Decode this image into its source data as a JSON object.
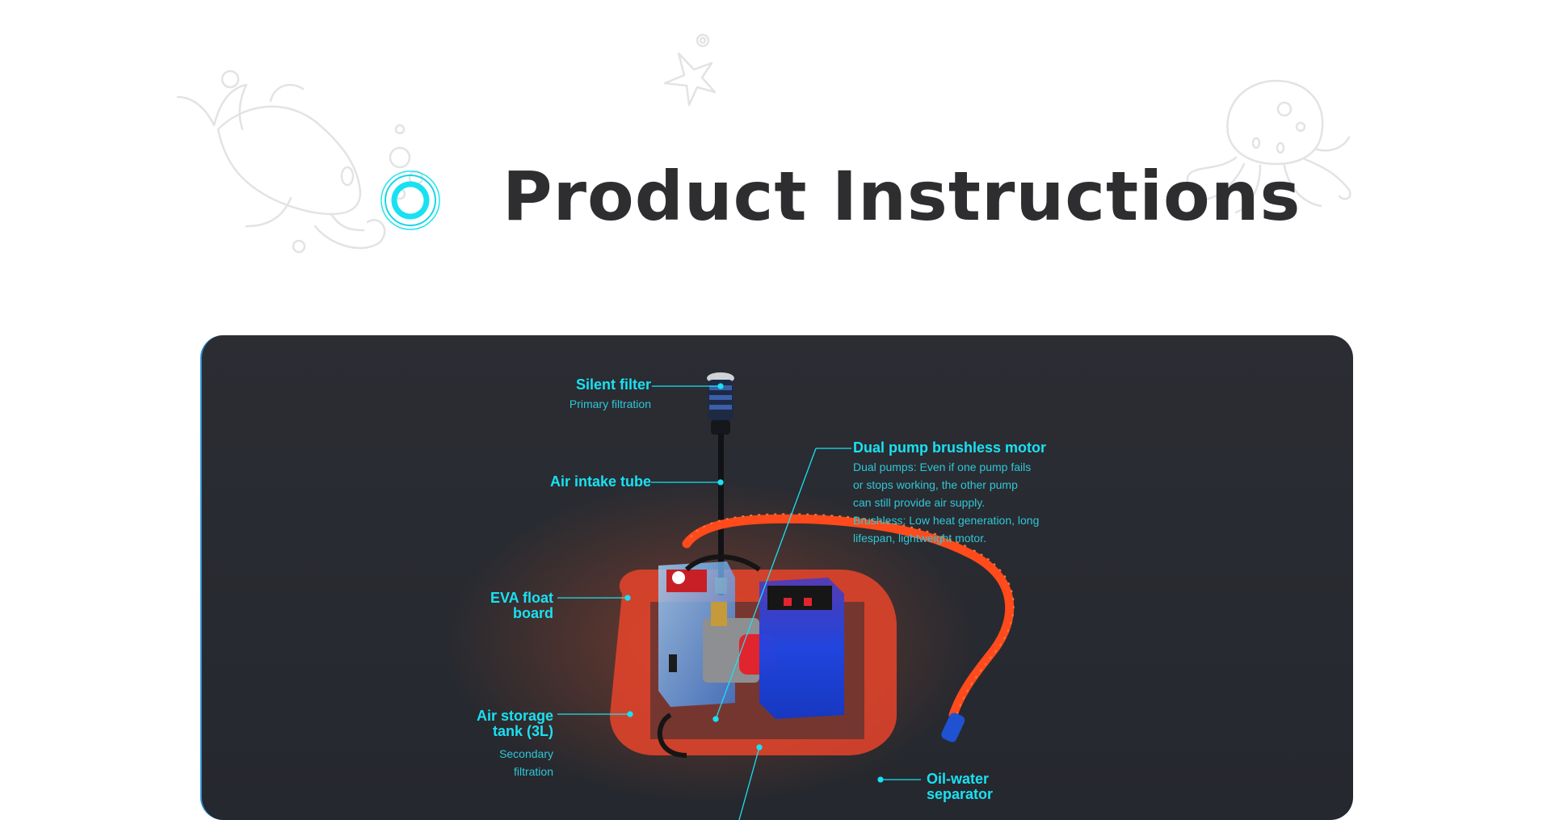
{
  "page": {
    "title": "Product Instructions"
  },
  "diagram": {
    "labels": {
      "silent_filter": {
        "title": "Silent filter",
        "subtitle": "Primary filtration"
      },
      "air_intake_tube": {
        "title": "Air intake tube"
      },
      "dual_pump_motor": {
        "title": "Dual pump brushless motor",
        "lines": [
          "Dual pumps: Even if one pump fails",
          "or stops working, the other pump",
          "can still provide air supply.",
          "Brushless: Low heat generation, long",
          "lifespan, lightweight motor."
        ]
      },
      "eva_float_board": {
        "title_line1": "EVA float",
        "title_line2": "board"
      },
      "air_storage_tank": {
        "title_line1": "Air storage",
        "title_line2": "tank (3L)",
        "subtitle_line1": "Secondary",
        "subtitle_line2": "filtration"
      },
      "oil_water_separator": {
        "title_line1": "Oil-water",
        "title_line2": "separator"
      }
    }
  },
  "colors": {
    "accent": "#19e1f2",
    "title": "#2e2e30",
    "panel": "#2a2c32",
    "hose": "#ff4a1c",
    "tank_blue": "#3a7ff0",
    "sketch": "#e6e6e8"
  }
}
